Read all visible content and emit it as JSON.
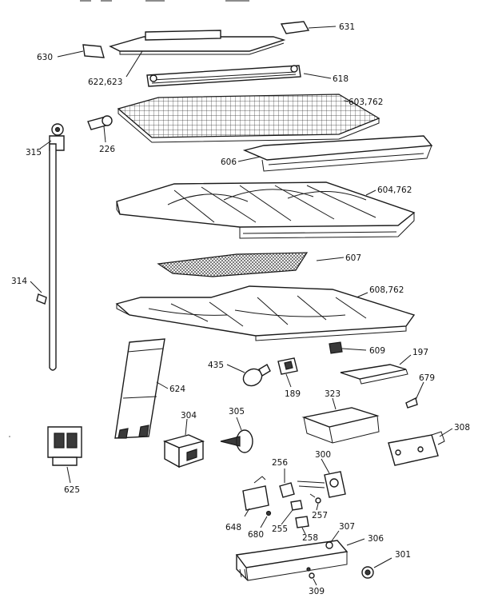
{
  "diagram": {
    "callouts": [
      {
        "key": "631",
        "text": "631"
      },
      {
        "key": "630",
        "text": "630"
      },
      {
        "key": "622_623",
        "text": "622,623"
      },
      {
        "key": "618",
        "text": "618"
      },
      {
        "key": "603_762",
        "text": "603,762"
      },
      {
        "key": "315",
        "text": "315"
      },
      {
        "key": "226",
        "text": "226"
      },
      {
        "key": "606",
        "text": "606"
      },
      {
        "key": "604_762",
        "text": "604,762"
      },
      {
        "key": "607",
        "text": "607"
      },
      {
        "key": "314",
        "text": "314"
      },
      {
        "key": "608_762",
        "text": "608,762"
      },
      {
        "key": "609",
        "text": "609"
      },
      {
        "key": "197",
        "text": "197"
      },
      {
        "key": "435",
        "text": "435"
      },
      {
        "key": "189",
        "text": "189"
      },
      {
        "key": "679",
        "text": "679"
      },
      {
        "key": "624",
        "text": "624"
      },
      {
        "key": "323",
        "text": "323"
      },
      {
        "key": "304",
        "text": "304"
      },
      {
        "key": "305",
        "text": "305"
      },
      {
        "key": "308",
        "text": "308"
      },
      {
        "key": "625",
        "text": "625"
      },
      {
        "key": "256",
        "text": "256"
      },
      {
        "key": "300",
        "text": "300"
      },
      {
        "key": "257",
        "text": "257"
      },
      {
        "key": "648",
        "text": "648"
      },
      {
        "key": "680",
        "text": "680"
      },
      {
        "key": "255",
        "text": "255"
      },
      {
        "key": "258",
        "text": "258"
      },
      {
        "key": "307",
        "text": "307"
      },
      {
        "key": "306",
        "text": "306"
      },
      {
        "key": "301",
        "text": "301"
      },
      {
        "key": "309",
        "text": "309"
      }
    ]
  }
}
